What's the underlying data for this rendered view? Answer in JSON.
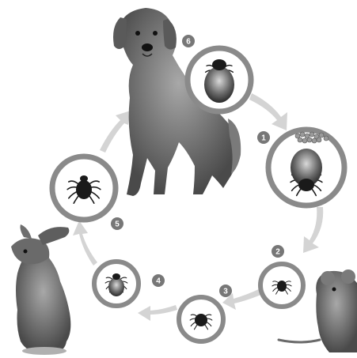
{
  "diagram": {
    "stages": [
      {
        "number": "1",
        "icon": "tick-with-eggs-icon"
      },
      {
        "number": "2",
        "icon": "larva-icon"
      },
      {
        "number": "3",
        "icon": "nymph-icon"
      },
      {
        "number": "4",
        "icon": "engorged-nymph-icon"
      },
      {
        "number": "5",
        "icon": "adult-tick-icon"
      },
      {
        "number": "6",
        "icon": "engorged-adult-tick-icon"
      }
    ],
    "hosts": [
      {
        "name": "dog-figure",
        "icon": "dog-icon"
      },
      {
        "name": "rabbit-figure",
        "icon": "rabbit-icon"
      },
      {
        "name": "mouse-figure",
        "icon": "mouse-icon"
      }
    ],
    "colors": {
      "ring": "#8a8a8a",
      "arrow": "#d4d4d4",
      "badge": "#777777",
      "tick": "#1a1a1a"
    }
  }
}
